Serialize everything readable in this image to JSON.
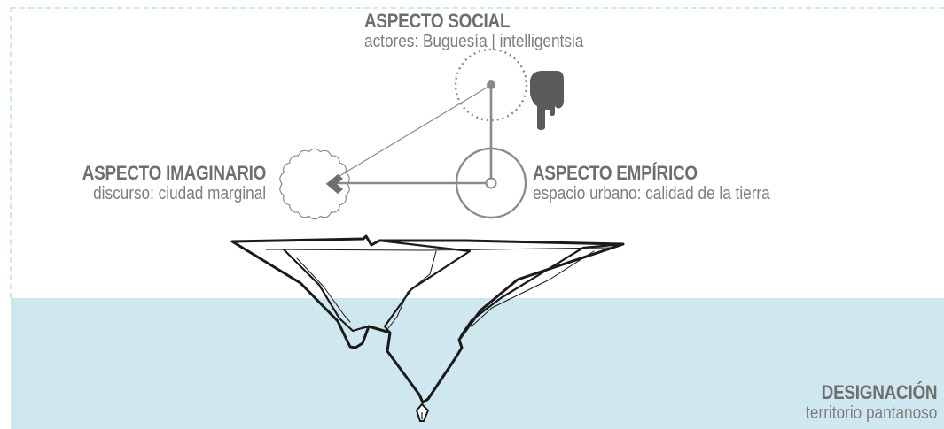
{
  "labels": {
    "social": {
      "title": "ASPECTO SOCIAL",
      "subtitle": "actores: Buguesía | intelligentsia"
    },
    "imaginario": {
      "title": "ASPECTO IMAGINARIO",
      "subtitle": "discurso: ciudad marginal"
    },
    "empirico": {
      "title": "ASPECTO EMPÍRICO",
      "subtitle": "espacio urbano: calidad de la tierra"
    },
    "designacion": {
      "title": "DESIGNACIÓN",
      "subtitle": "territorio pantanoso"
    }
  },
  "colors": {
    "water": "#cfe8ef",
    "line_gray": "#8a8a8a",
    "text_gray": "#6e6e6e",
    "outline": "#1a1a1a"
  },
  "icons": {
    "hand": "pointing-hand-icon",
    "arrow": "chevron-left-arrow-icon",
    "pen": "pen-nib-icon"
  }
}
